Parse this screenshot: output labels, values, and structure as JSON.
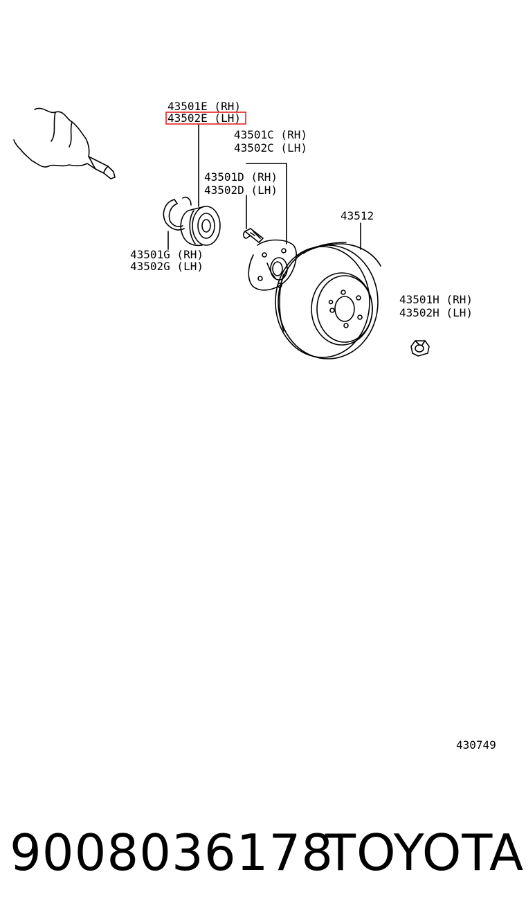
{
  "labels": {
    "bearing_rh": "43501E (RH)",
    "bearing_lh": "43502E (LH)",
    "hub_rh": "43501C (RH)",
    "hub_lh": "43502C (LH)",
    "bolt_rh": "43501D (RH)",
    "bolt_lh": "43502D (LH)",
    "disc": "43512",
    "snapring_rh": "43501G (RH)",
    "snapring_lh": "43502G (LH)",
    "nut_rh": "43501H (RH)",
    "nut_lh": "43502H (LH)",
    "diagram_code": "430749"
  },
  "highlight_color": "#e02020",
  "footer": {
    "part_number": "9008036178",
    "brand": "TOYOTA"
  }
}
